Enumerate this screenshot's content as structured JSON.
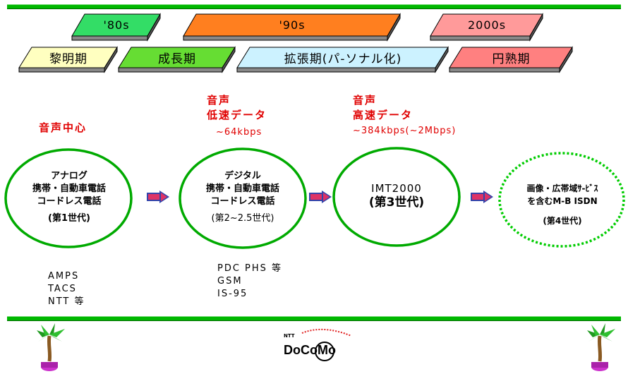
{
  "eras": [
    {
      "label": "'80s",
      "color": "#33dd66"
    },
    {
      "label": "'90s",
      "color": "#ff7f1f"
    },
    {
      "label": "2000s",
      "color": "#ff9a9a"
    }
  ],
  "phases": [
    {
      "label": "黎明期",
      "color": "#ffffc0"
    },
    {
      "label": "成長期",
      "color": "#66dd33"
    },
    {
      "label": "拡張期(パ-ソナル化)",
      "color": "#ccf2ff"
    },
    {
      "label": "円熟期",
      "color": "#ff8080"
    }
  ],
  "services": {
    "gen1": "音声中心",
    "gen2_line1": "音声",
    "gen2_line2": "低速データ",
    "gen2_rate": "~64kbps",
    "gen3_line1": "音声",
    "gen3_line2": "高速データ",
    "gen3_rate": "~384kbps(~2Mbps)"
  },
  "generations": {
    "g1": {
      "line1": "アナログ",
      "line2": "携帯・自動車電話",
      "line3": "コードレス電話",
      "gen": "(第1世代)"
    },
    "g2": {
      "line1": "デジタル",
      "line2": "携帯・自動車電話",
      "line3": "コードレス電話",
      "gen": "(第2~2.5世代)"
    },
    "g3": {
      "line1": "IMT2000",
      "gen": "(第3世代)"
    },
    "g4": {
      "line1": "画像・広帯域ｻ-ﾋﾞｽ",
      "line2": "を含むM-B ISDN",
      "gen": "(第4世代)"
    }
  },
  "systems": {
    "g1": [
      "AMPS",
      "TACS",
      "NTT 等"
    ],
    "g2": [
      "PDC PHS 等",
      "GSM",
      "IS-95"
    ]
  },
  "logo": {
    "small": "NTT",
    "text": "DoCoMo"
  },
  "colors": {
    "ellipse": "#00aa00",
    "slogan": "#e00000",
    "arrow": "#cc3366",
    "rule": "#00b800"
  }
}
